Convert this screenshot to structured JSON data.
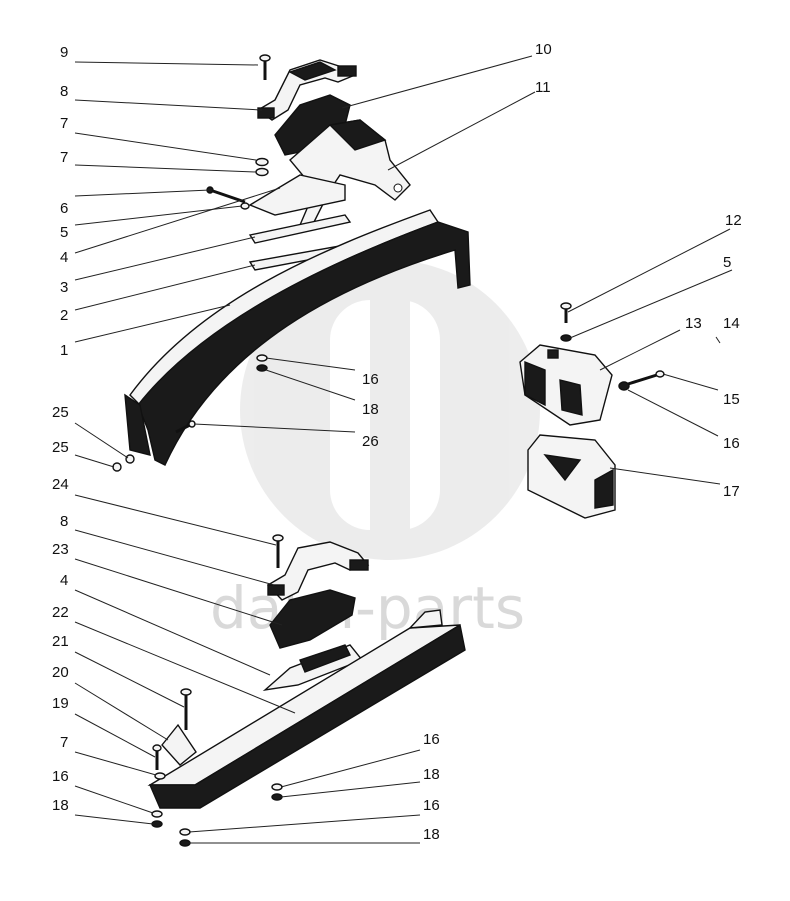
{
  "watermark": {
    "text": "dalm-parts",
    "color": "#d6d6d6"
  },
  "callouts": {
    "c9": "9",
    "c8a": "8",
    "c7a": "7",
    "c7b": "7",
    "c6": "6",
    "c5a": "5",
    "c4a": "4",
    "c3": "3",
    "c2": "2",
    "c1": "1",
    "c10": "10",
    "c11": "11",
    "c12": "12",
    "c5b": "5",
    "c13": "13",
    "c14": "14",
    "c15": "15",
    "c16a": "16",
    "c17": "17",
    "c16b": "16",
    "c18a": "18",
    "c26": "26",
    "c25a": "25",
    "c25b": "25",
    "c24": "24",
    "c8b": "8",
    "c23": "23",
    "c4b": "4",
    "c22": "22",
    "c21": "21",
    "c20": "20",
    "c19": "19",
    "c7c": "7",
    "c16c": "16",
    "c18b": "18",
    "c16d": "16",
    "c18c": "18",
    "c16e": "16",
    "c18d": "18"
  }
}
